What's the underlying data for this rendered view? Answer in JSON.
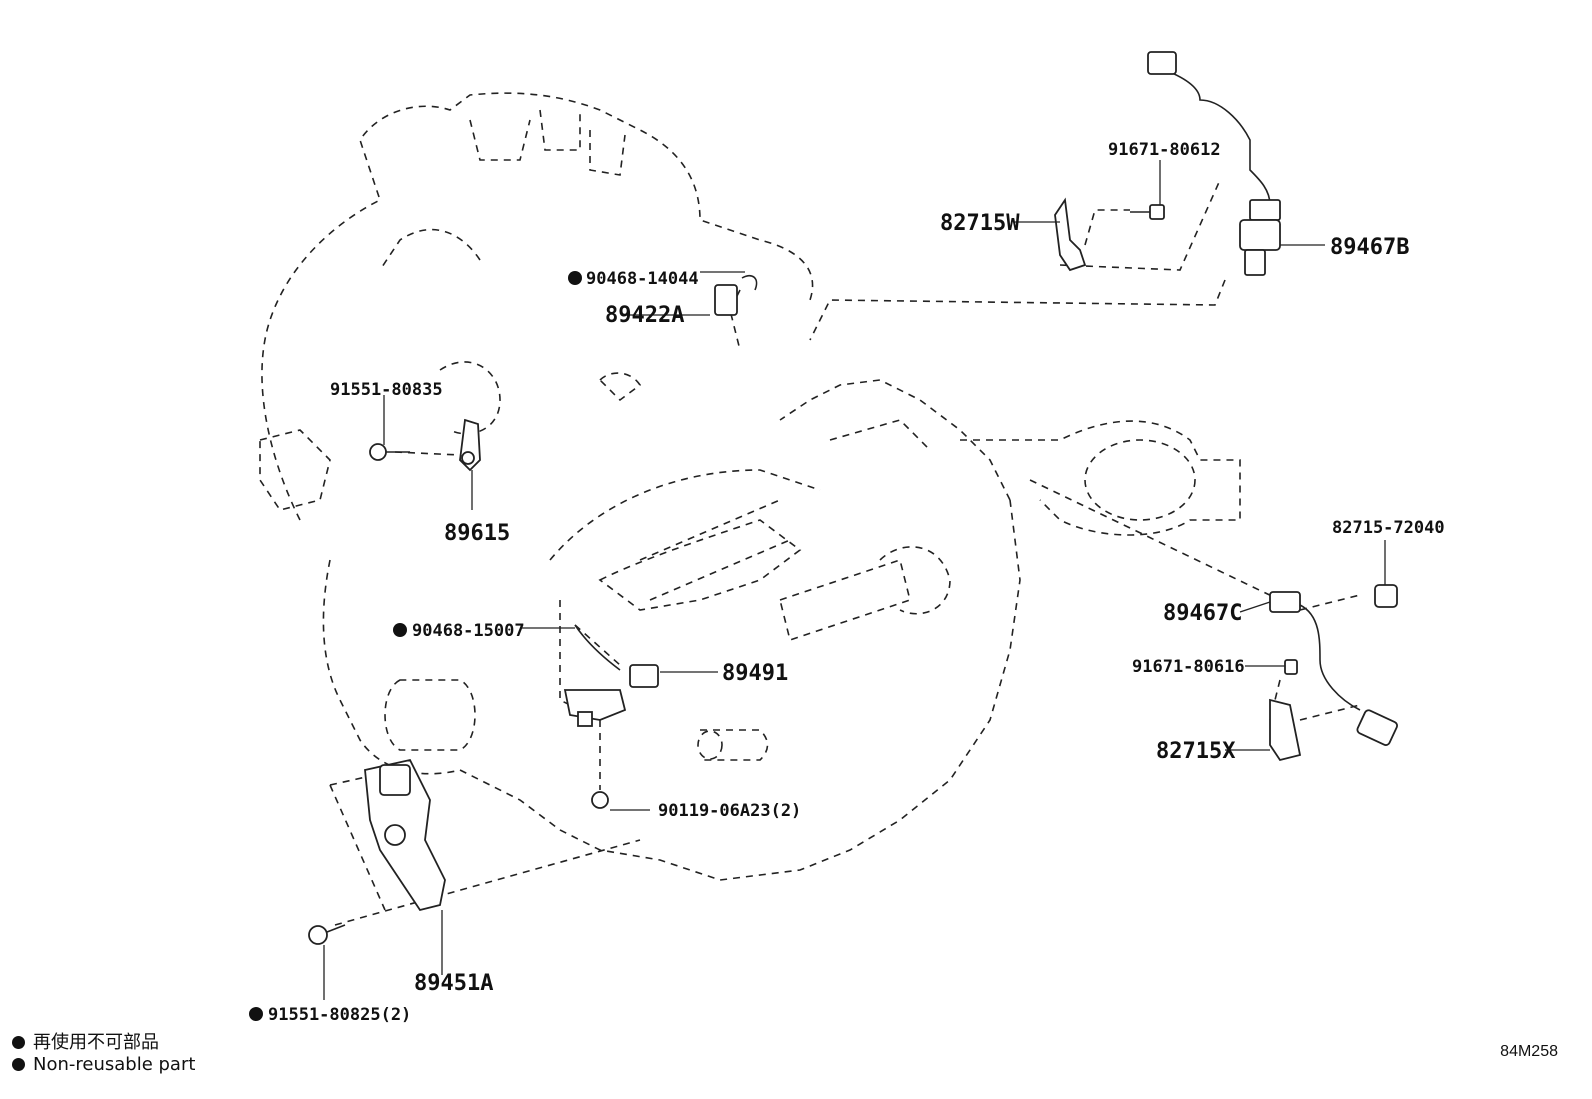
{
  "labels": {
    "p90468_14044": "90468-14044",
    "p89422A": "89422A",
    "p91551_80835": "91551-80835",
    "p89615": "89615",
    "p90468_15007": "90468-15007",
    "p89491": "89491",
    "p90119_06A23": "90119-06A23(2)",
    "p89451A": "89451A",
    "p91551_80825": "91551-80825(2)",
    "p91671_80612": "91671-80612",
    "p82715W": "82715W",
    "p89467B": "89467B",
    "p82715_72040": "82715-72040",
    "p89467C": "89467C",
    "p91671_80616": "91671-80616",
    "p82715X": "82715X"
  },
  "legend": {
    "line1": "再使用不可部品",
    "line2": "Non-reusable part"
  },
  "diagram_code": "84M258"
}
